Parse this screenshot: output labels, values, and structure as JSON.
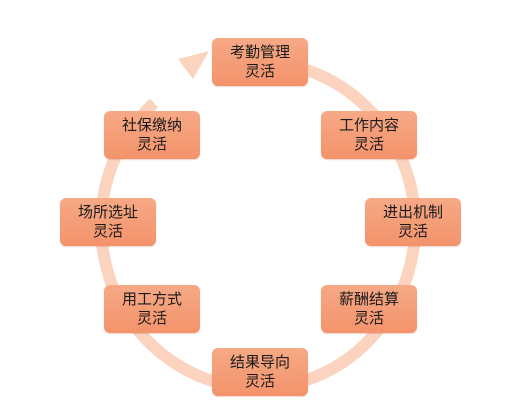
{
  "diagram": {
    "colors": {
      "node_fill": "#f4996f",
      "ring": "#fbd3bf"
    },
    "nodes": [
      {
        "line1": "考勤管理",
        "line2": "灵活"
      },
      {
        "line1": "工作内容",
        "line2": "灵活"
      },
      {
        "line1": "进出机制",
        "line2": "灵活"
      },
      {
        "line1": "薪酬结算",
        "line2": "灵活"
      },
      {
        "line1": "结果导向",
        "line2": "灵活"
      },
      {
        "line1": "用工方式",
        "line2": "灵活"
      },
      {
        "line1": "场所选址",
        "line2": "灵活"
      },
      {
        "line1": "社保缴纳",
        "line2": "灵活"
      }
    ]
  }
}
